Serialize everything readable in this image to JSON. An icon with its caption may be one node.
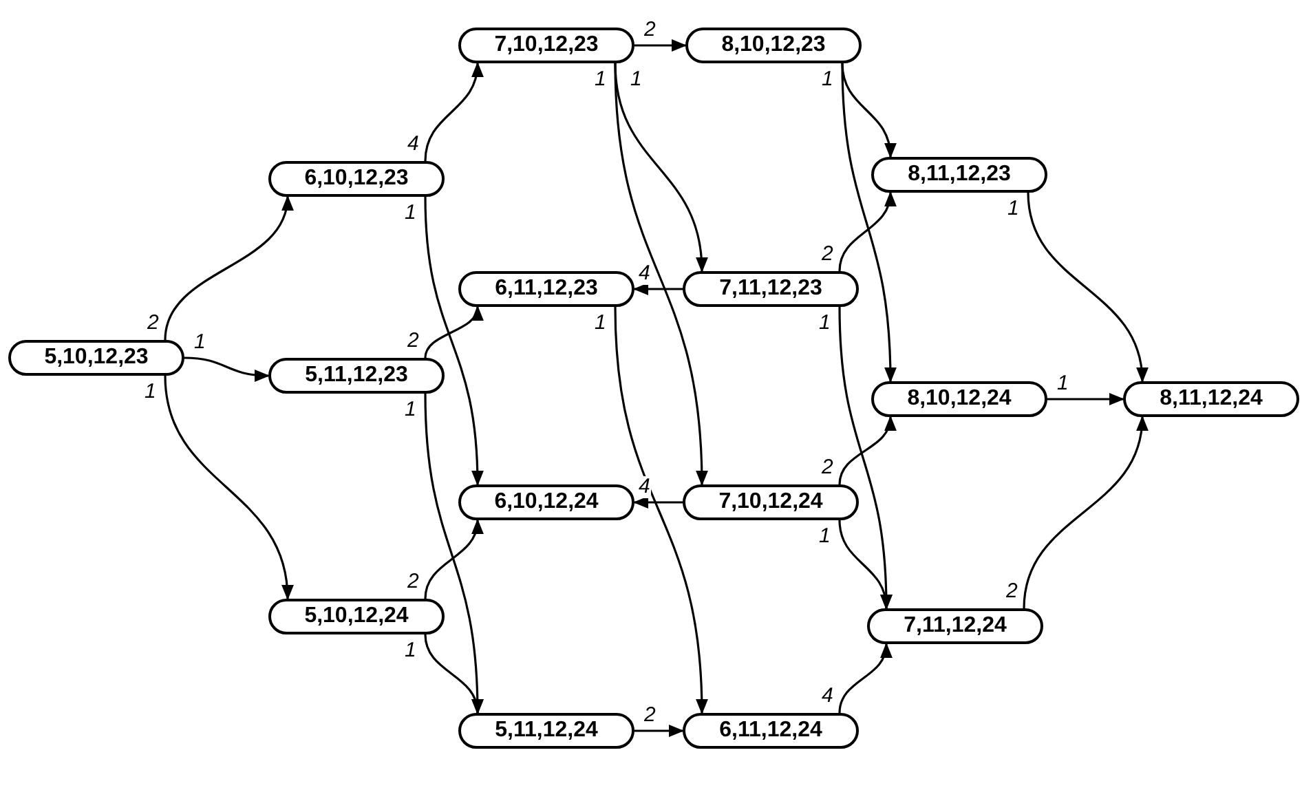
{
  "diagram": {
    "nodes": [
      {
        "text": [
          "5,10,12,23"
        ]
      },
      {
        "text": [
          "6,10,12,23"
        ]
      },
      {
        "text": [
          "5,11,12,23"
        ]
      },
      {
        "text": [
          "5,10,12,24"
        ]
      },
      {
        "text": [
          "7,10,12,23"
        ]
      },
      {
        "text": [
          "6,11,12,23"
        ]
      },
      {
        "text": [
          "6,10,12,24"
        ]
      },
      {
        "text": [
          "5,11,12,24"
        ]
      },
      {
        "text": [
          "8,10,12,23"
        ]
      },
      {
        "text": [
          "7,11,12,23"
        ]
      },
      {
        "text": [
          "7,10,12,24"
        ]
      },
      {
        "text": [
          "6,11,12,24"
        ]
      },
      {
        "text": [
          "8,11,12,23"
        ]
      },
      {
        "text": [
          "8,10,12,24"
        ]
      },
      {
        "text": [
          "7,11,12,24"
        ]
      },
      {
        "text": [
          "8,11,12,24"
        ]
      }
    ],
    "edges": [
      {
        "from": 0,
        "to": 1,
        "arrow": "to",
        "label": "2"
      },
      {
        "from": 0,
        "to": 2,
        "arrow": "to",
        "label": "1"
      },
      {
        "from": 0,
        "to": 3,
        "arrow": "to",
        "label": "1"
      },
      {
        "from": 1,
        "to": 4,
        "arrow": "to",
        "label": "4"
      },
      {
        "from": 1,
        "to": 6,
        "arrow": "to",
        "label": "1"
      },
      {
        "from": 2,
        "to": 5,
        "arrow": "to",
        "label": "2"
      },
      {
        "from": 2,
        "to": 7,
        "arrow": "to",
        "label": "1"
      },
      {
        "from": 3,
        "to": 6,
        "arrow": "to",
        "label": "2"
      },
      {
        "from": 3,
        "to": 7,
        "arrow": "to",
        "label": "1"
      },
      {
        "from": 4,
        "to": 8,
        "arrow": "to",
        "label": "2"
      },
      {
        "from": 4,
        "to": 9,
        "arrow": "to",
        "label": "1"
      },
      {
        "from": 4,
        "to": 10,
        "arrow": "to",
        "label": "1"
      },
      {
        "from": 5,
        "to": 11,
        "arrow": "to",
        "label": "1"
      },
      {
        "from": 9,
        "to": 5,
        "arrow": "to",
        "label": "4"
      },
      {
        "from": 10,
        "to": 6,
        "arrow": "to",
        "label": "4"
      },
      {
        "from": 7,
        "to": 11,
        "arrow": "to",
        "label": "2"
      },
      {
        "from": 8,
        "to": 12,
        "arrow": "to"
      },
      {
        "from": 8,
        "to": 13,
        "arrow": "to",
        "label": "1"
      },
      {
        "from": 9,
        "to": 12,
        "arrow": "to",
        "label": "2"
      },
      {
        "from": 9,
        "to": 14,
        "arrow": "to",
        "label": "1"
      },
      {
        "from": 10,
        "to": 13,
        "arrow": "to",
        "label": "2"
      },
      {
        "from": 10,
        "to": 14,
        "arrow": "to",
        "label": "1"
      },
      {
        "from": 11,
        "to": 14,
        "arrow": "to",
        "label": "4"
      },
      {
        "from": 12,
        "to": 15,
        "arrow": "to",
        "label": "1"
      },
      {
        "from": 13,
        "to": 15,
        "arrow": "to",
        "label": "1"
      },
      {
        "from": 14,
        "to": 15,
        "arrow": "to",
        "label": "2"
      }
    ]
  }
}
